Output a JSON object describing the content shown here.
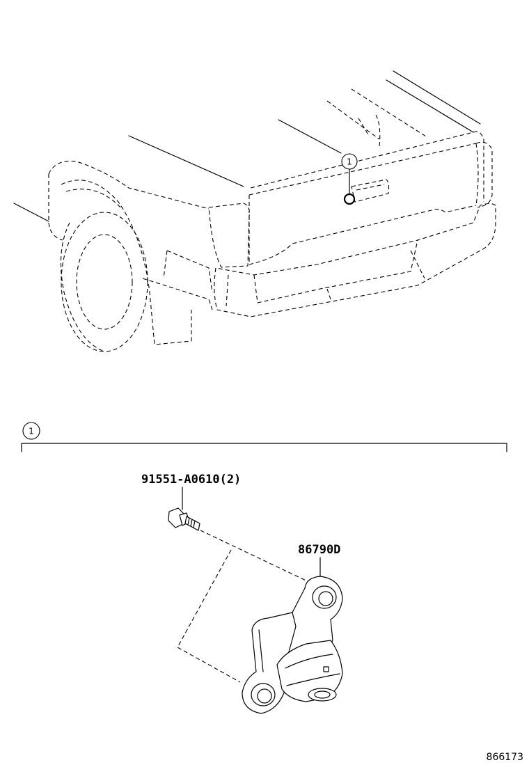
{
  "callout": {
    "index_label": "1"
  },
  "section": {
    "index_label": "1"
  },
  "parts": [
    {
      "part_number": "91551-A0610(2)",
      "part_name": "bolt"
    },
    {
      "part_number": "86790D",
      "part_name": "back camera"
    }
  ],
  "illustration_number": "866173"
}
